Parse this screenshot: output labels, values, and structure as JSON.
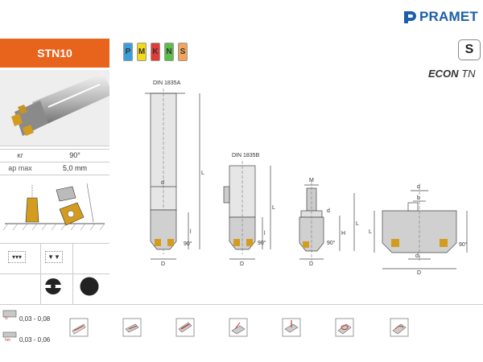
{
  "brand": {
    "name": "PRAMET",
    "color": "#1b5fa8"
  },
  "group_code": "S",
  "series": {
    "prefix": "ECON",
    "suffix": "TN"
  },
  "title": "STN10",
  "accent": "#e8631c",
  "materials": [
    {
      "code": "P",
      "color": "#3aa0dc"
    },
    {
      "code": "M",
      "color": "#f4d81b"
    },
    {
      "code": "K",
      "color": "#e23a36"
    },
    {
      "code": "N",
      "color": "#5cbe4a"
    },
    {
      "code": "S",
      "color": "#f2a55a"
    }
  ],
  "params": [
    {
      "symbol": "κr",
      "value": "90°"
    },
    {
      "symbol": "ap max",
      "value": "5,0 mm"
    }
  ],
  "diagram_labels": {
    "din_a": "DIN 1835A",
    "din_b": "DIN 1835B",
    "d": "d",
    "D": "D",
    "L": "L",
    "l": "l",
    "M": "M",
    "H": "H",
    "b": "b",
    "d1": "d₁",
    "angle": "90°"
  },
  "feeds": [
    {
      "value": "0,03 - 0,08"
    },
    {
      "value": "0,03 - 0,06"
    }
  ],
  "icons": {
    "operations": [
      "face-milling-icon",
      "shoulder-milling-icon",
      "slot-milling-icon",
      "ramping-icon",
      "plunge-milling-icon",
      "helical-interpolation-icon",
      "contour-milling-icon"
    ]
  }
}
